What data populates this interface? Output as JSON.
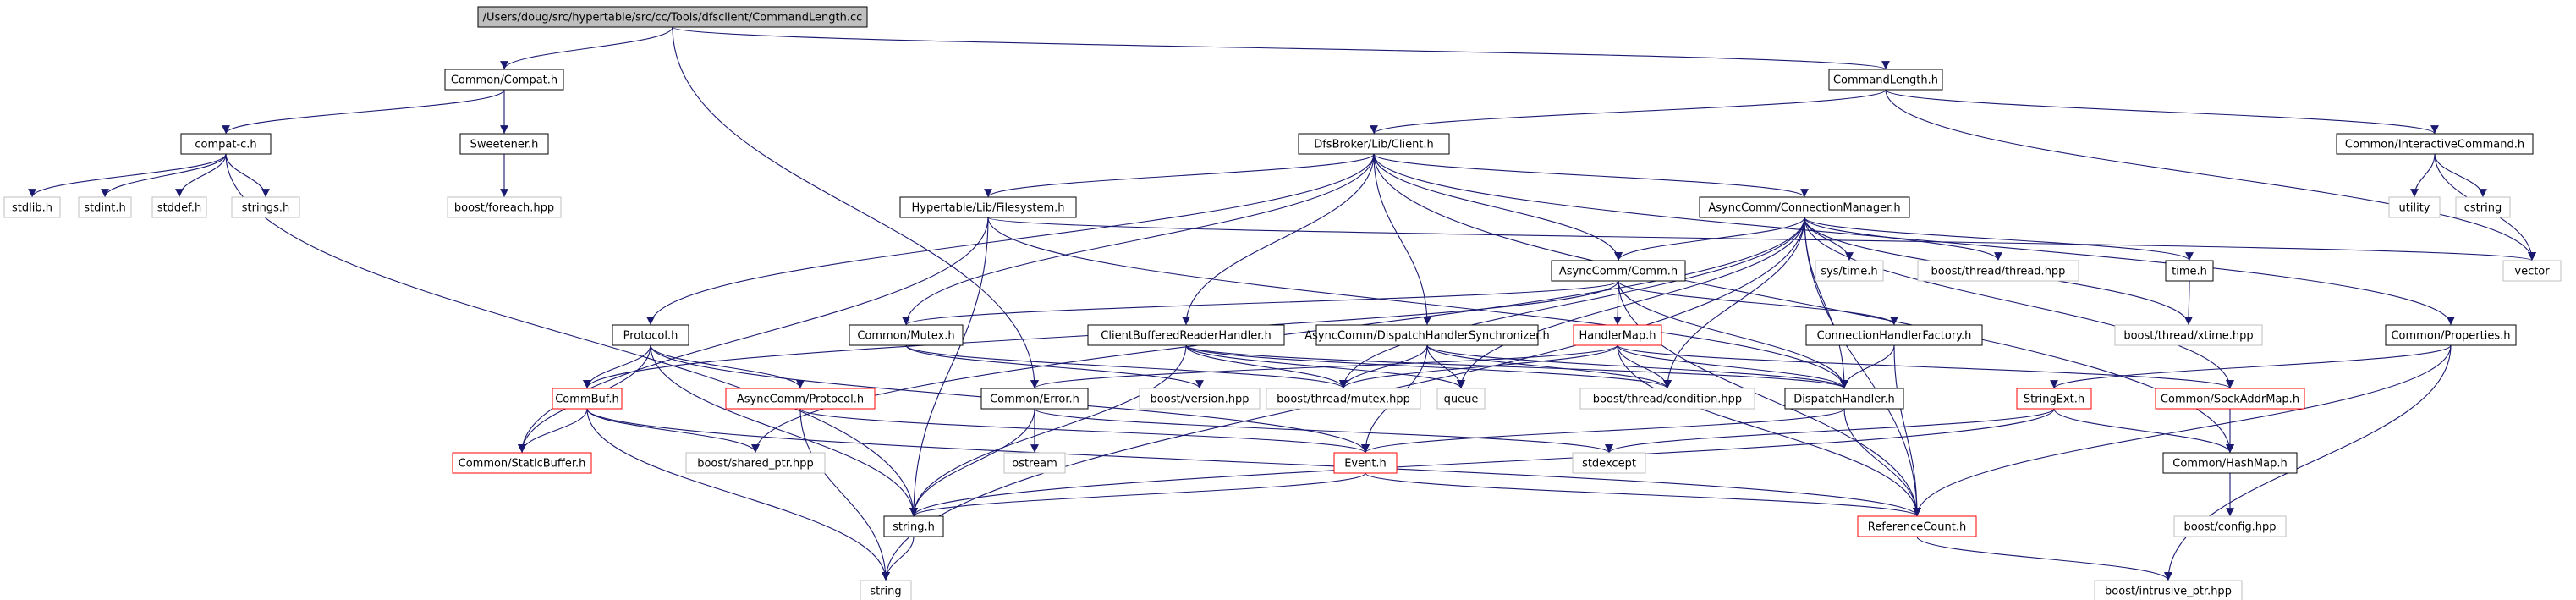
{
  "colors": {
    "edge": "#191970",
    "text": "#000000",
    "border_default": "#000000",
    "border_red": "#ff0000",
    "border_plain": "#bfbfbf",
    "fill_root": "#bfbfbf",
    "fill_default": "#ffffff"
  },
  "nodes": [
    {
      "id": "root",
      "label": "/Users/doug/src/hypertable/src/cc/Tools/dfsclient/CommandLength.cc",
      "style": "root"
    },
    {
      "id": "compat",
      "label": "Common/Compat.h",
      "style": "normal"
    },
    {
      "id": "cmdlen_h",
      "label": "CommandLength.h",
      "style": "normal"
    },
    {
      "id": "compat_c",
      "label": "compat-c.h",
      "style": "normal"
    },
    {
      "id": "sweetener",
      "label": "Sweetener.h",
      "style": "normal"
    },
    {
      "id": "dfsclient",
      "label": "DfsBroker/Lib/Client.h",
      "style": "normal"
    },
    {
      "id": "interactive",
      "label": "Common/InteractiveCommand.h",
      "style": "normal"
    },
    {
      "id": "stdlib",
      "label": "stdlib.h",
      "style": "plain"
    },
    {
      "id": "stdint",
      "label": "stdint.h",
      "style": "plain"
    },
    {
      "id": "stddef",
      "label": "stddef.h",
      "style": "plain"
    },
    {
      "id": "strings_h",
      "label": "strings.h",
      "style": "plain"
    },
    {
      "id": "boost_foreach",
      "label": "boost/foreach.hpp",
      "style": "plain"
    },
    {
      "id": "filesystem",
      "label": "Hypertable/Lib/Filesystem.h",
      "style": "normal"
    },
    {
      "id": "connmgr",
      "label": "AsyncComm/ConnectionManager.h",
      "style": "normal"
    },
    {
      "id": "utility",
      "label": "utility",
      "style": "plain"
    },
    {
      "id": "cstring",
      "label": "cstring",
      "style": "plain"
    },
    {
      "id": "vector",
      "label": "vector",
      "style": "plain"
    },
    {
      "id": "comm",
      "label": "AsyncComm/Comm.h",
      "style": "normal"
    },
    {
      "id": "systime",
      "label": "sys/time.h",
      "style": "plain"
    },
    {
      "id": "boost_thread",
      "label": "boost/thread/thread.hpp",
      "style": "plain"
    },
    {
      "id": "time_h",
      "label": "time.h",
      "style": "normal"
    },
    {
      "id": "protocol",
      "label": "Protocol.h",
      "style": "normal"
    },
    {
      "id": "mutex",
      "label": "Common/Mutex.h",
      "style": "normal"
    },
    {
      "id": "cbrh",
      "label": "ClientBufferedReaderHandler.h",
      "style": "normal"
    },
    {
      "id": "dhsync",
      "label": "AsyncComm/DispatchHandlerSynchronizer.h",
      "style": "normal"
    },
    {
      "id": "handlermap",
      "label": "HandlerMap.h",
      "style": "red"
    },
    {
      "id": "connhf",
      "label": "ConnectionHandlerFactory.h",
      "style": "normal"
    },
    {
      "id": "xtime",
      "label": "boost/thread/xtime.hpp",
      "style": "plain"
    },
    {
      "id": "properties",
      "label": "Common/Properties.h",
      "style": "normal"
    },
    {
      "id": "commbuf",
      "label": "CommBuf.h",
      "style": "red"
    },
    {
      "id": "acprotocol",
      "label": "AsyncComm/Protocol.h",
      "style": "red"
    },
    {
      "id": "error_h",
      "label": "Common/Error.h",
      "style": "normal"
    },
    {
      "id": "boost_version",
      "label": "boost/version.hpp",
      "style": "plain"
    },
    {
      "id": "boost_mutex",
      "label": "boost/thread/mutex.hpp",
      "style": "plain"
    },
    {
      "id": "queue",
      "label": "queue",
      "style": "plain"
    },
    {
      "id": "boost_cond",
      "label": "boost/thread/condition.hpp",
      "style": "plain"
    },
    {
      "id": "dispatch",
      "label": "DispatchHandler.h",
      "style": "normal"
    },
    {
      "id": "stringext",
      "label": "StringExt.h",
      "style": "red"
    },
    {
      "id": "sockaddr",
      "label": "Common/SockAddrMap.h",
      "style": "red"
    },
    {
      "id": "staticbuf",
      "label": "Common/StaticBuffer.h",
      "style": "red"
    },
    {
      "id": "boost_shared",
      "label": "boost/shared_ptr.hpp",
      "style": "plain"
    },
    {
      "id": "ostream",
      "label": "ostream",
      "style": "plain"
    },
    {
      "id": "event",
      "label": "Event.h",
      "style": "red"
    },
    {
      "id": "stdexcept",
      "label": "stdexcept",
      "style": "plain"
    },
    {
      "id": "hashmap",
      "label": "Common/HashMap.h",
      "style": "normal"
    },
    {
      "id": "string_h",
      "label": "string.h",
      "style": "normal"
    },
    {
      "id": "refcount",
      "label": "ReferenceCount.h",
      "style": "red"
    },
    {
      "id": "boost_config",
      "label": "boost/config.hpp",
      "style": "plain"
    },
    {
      "id": "string",
      "label": "string",
      "style": "plain"
    },
    {
      "id": "intrusive",
      "label": "boost/intrusive_ptr.hpp",
      "style": "plain"
    }
  ],
  "edges": [
    [
      "root",
      "compat"
    ],
    [
      "root",
      "cmdlen_h"
    ],
    [
      "root",
      "error_h"
    ],
    [
      "compat",
      "compat_c"
    ],
    [
      "compat",
      "sweetener"
    ],
    [
      "compat_c",
      "stdlib"
    ],
    [
      "compat_c",
      "stdint"
    ],
    [
      "compat_c",
      "stddef"
    ],
    [
      "compat_c",
      "strings_h"
    ],
    [
      "compat_c",
      "string_h"
    ],
    [
      "sweetener",
      "boost_foreach"
    ],
    [
      "cmdlen_h",
      "dfsclient"
    ],
    [
      "cmdlen_h",
      "interactive"
    ],
    [
      "cmdlen_h",
      "vector"
    ],
    [
      "interactive",
      "utility"
    ],
    [
      "interactive",
      "cstring"
    ],
    [
      "interactive",
      "vector"
    ],
    [
      "dfsclient",
      "filesystem"
    ],
    [
      "dfsclient",
      "connmgr"
    ],
    [
      "dfsclient",
      "protocol"
    ],
    [
      "dfsclient",
      "mutex"
    ],
    [
      "dfsclient",
      "cbrh"
    ],
    [
      "dfsclient",
      "dhsync"
    ],
    [
      "dfsclient",
      "comm"
    ],
    [
      "dfsclient",
      "properties"
    ],
    [
      "dfsclient",
      "hashmap"
    ],
    [
      "filesystem",
      "string_h"
    ],
    [
      "filesystem",
      "staticbuf"
    ],
    [
      "filesystem",
      "dispatch"
    ],
    [
      "filesystem",
      "vector"
    ],
    [
      "connmgr",
      "comm"
    ],
    [
      "connmgr",
      "systime"
    ],
    [
      "connmgr",
      "boost_thread"
    ],
    [
      "connmgr",
      "time_h"
    ],
    [
      "connmgr",
      "xtime"
    ],
    [
      "connmgr",
      "boost_mutex"
    ],
    [
      "connmgr",
      "boost_cond"
    ],
    [
      "connmgr",
      "dispatch"
    ],
    [
      "connmgr",
      "sockaddr"
    ],
    [
      "connmgr",
      "refcount"
    ],
    [
      "connmgr",
      "boost_shared"
    ],
    [
      "connmgr",
      "queue"
    ],
    [
      "connmgr",
      "string"
    ],
    [
      "time_h",
      "xtime"
    ],
    [
      "comm",
      "commbuf"
    ],
    [
      "comm",
      "mutex"
    ],
    [
      "comm",
      "handlermap"
    ],
    [
      "comm",
      "connhf"
    ],
    [
      "comm",
      "dispatch"
    ],
    [
      "comm",
      "refcount"
    ],
    [
      "protocol",
      "commbuf"
    ],
    [
      "protocol",
      "acprotocol"
    ],
    [
      "protocol",
      "staticbuf"
    ],
    [
      "protocol",
      "string_h"
    ],
    [
      "protocol",
      "event"
    ],
    [
      "mutex",
      "boost_mutex"
    ],
    [
      "mutex",
      "boost_version"
    ],
    [
      "cbrh",
      "boost_mutex"
    ],
    [
      "cbrh",
      "boost_cond"
    ],
    [
      "cbrh",
      "queue"
    ],
    [
      "cbrh",
      "dispatch"
    ],
    [
      "cbrh",
      "string_h"
    ],
    [
      "dhsync",
      "queue"
    ],
    [
      "dhsync",
      "boost_cond"
    ],
    [
      "dhsync",
      "dispatch"
    ],
    [
      "dhsync",
      "event"
    ],
    [
      "dhsync",
      "boost_mutex"
    ],
    [
      "handlermap",
      "boost_mutex"
    ],
    [
      "handlermap",
      "boost_cond"
    ],
    [
      "handlermap",
      "dispatch"
    ],
    [
      "handlermap",
      "refcount"
    ],
    [
      "handlermap",
      "sockaddr"
    ],
    [
      "handlermap",
      "error_h"
    ],
    [
      "connhf",
      "dispatch"
    ],
    [
      "connhf",
      "refcount"
    ],
    [
      "properties",
      "stringext"
    ],
    [
      "properties",
      "refcount"
    ],
    [
      "properties",
      "intrusive"
    ],
    [
      "commbuf",
      "staticbuf"
    ],
    [
      "commbuf",
      "boost_shared"
    ],
    [
      "commbuf",
      "refcount"
    ],
    [
      "commbuf",
      "string"
    ],
    [
      "acprotocol",
      "event"
    ],
    [
      "acprotocol",
      "string"
    ],
    [
      "error_h",
      "string_h"
    ],
    [
      "error_h",
      "ostream"
    ],
    [
      "error_h",
      "stdexcept"
    ],
    [
      "dispatch",
      "event"
    ],
    [
      "dispatch",
      "refcount"
    ],
    [
      "stringext",
      "string_h"
    ],
    [
      "stringext",
      "hashmap"
    ],
    [
      "stringext",
      "stdexcept"
    ],
    [
      "sockaddr",
      "hashmap"
    ],
    [
      "event",
      "string_h"
    ],
    [
      "event",
      "refcount"
    ],
    [
      "hashmap",
      "boost_config"
    ],
    [
      "string_h",
      "string"
    ],
    [
      "refcount",
      "intrusive"
    ]
  ]
}
